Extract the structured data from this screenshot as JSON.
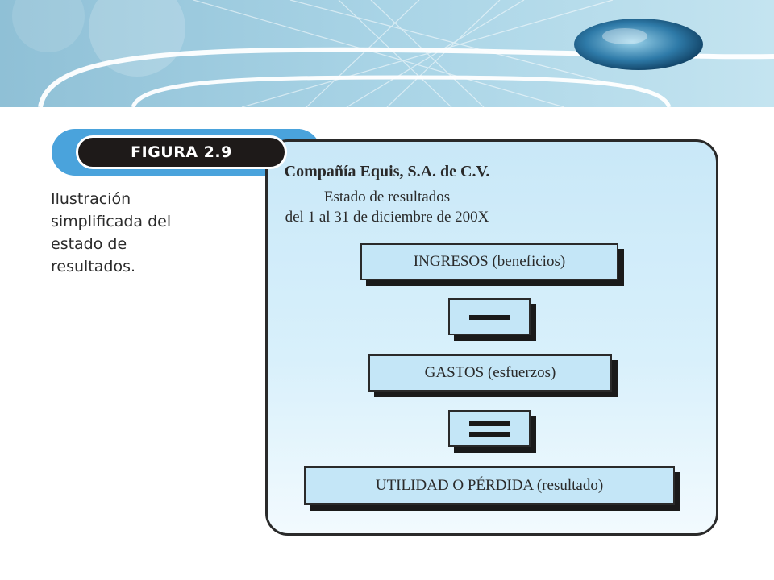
{
  "figure": {
    "label": "FIGURA 2.9"
  },
  "caption": {
    "lines": [
      "Ilustración",
      "simplificada del",
      "estado de",
      "resultados."
    ]
  },
  "statement": {
    "company": "Compañía Equis, S.A. de C.V.",
    "title": "Estado de resultados",
    "period": "del 1 al 31 de diciembre de 200X",
    "income_label": "INGRESOS (beneficios)",
    "minus_operator": "minus-sign",
    "expenses_label": "GASTOS (esfuerzos)",
    "equals_operator": "equals-sign",
    "result_label": "UTILIDAD O PÉRDIDA (resultado)"
  },
  "colors": {
    "tab_blue": "#4aa3dc",
    "pill_black": "#1e1a19",
    "panel_blue": "#c9e8f8",
    "box_blue": "#c4e6f7"
  }
}
